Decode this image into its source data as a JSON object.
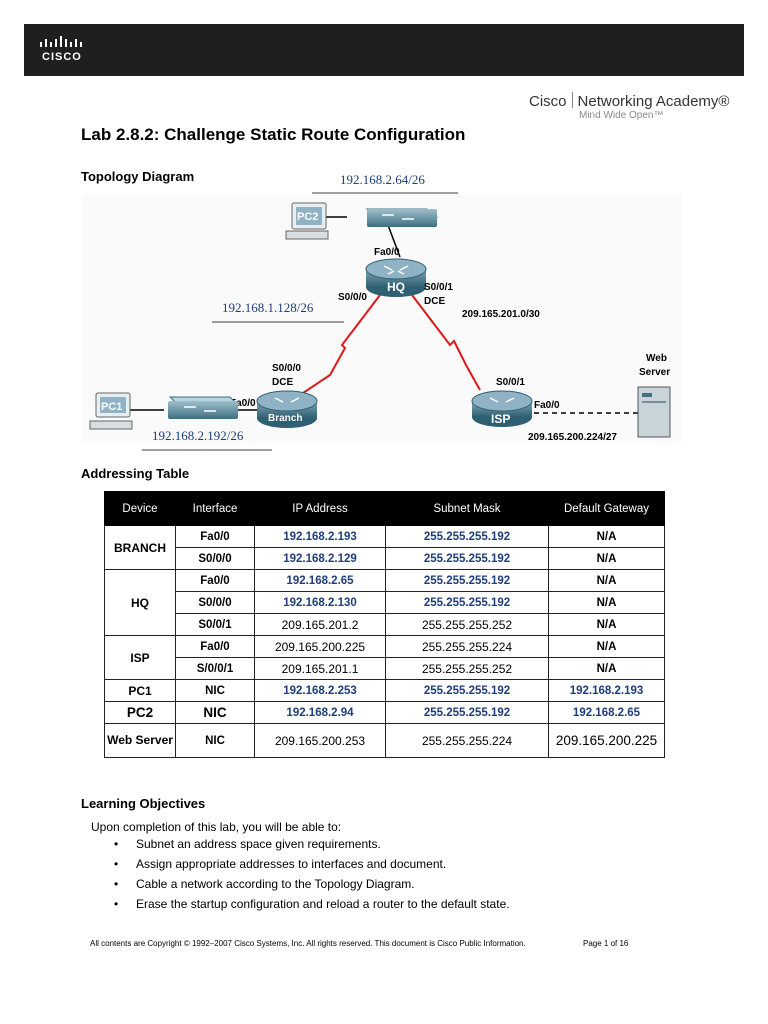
{
  "header": {
    "brand": "CISCO",
    "academy_name": "Cisco",
    "academy_program": "Networking Academy®",
    "academy_tagline": "Mind Wide Open™"
  },
  "title": "Lab 2.8.2: Challenge Static Route Configuration",
  "topology": {
    "heading": "Topology Diagram",
    "networks": {
      "hq_lan": "192.168.2.64/26",
      "branch_wan": "192.168.1.128/26",
      "branch_lan": "192.168.2.192/26",
      "isp_wan": "209.165.201.0/30",
      "isp_lan": "209.165.200.224/27"
    },
    "devices": {
      "pc2": "PC2",
      "pc1": "PC1",
      "hq": "HQ",
      "branch": "Branch",
      "isp": "ISP",
      "web_server_line1": "Web",
      "web_server_line2": "Server"
    },
    "interfaces": {
      "hq_fa": "Fa0/0",
      "hq_s000": "S0/0/0",
      "hq_s001": "S0/0/1",
      "hq_dce": "DCE",
      "branch_s000": "S0/0/0",
      "branch_dce": "DCE",
      "branch_fa": "Fa0/0",
      "isp_s001": "S0/0/1",
      "isp_fa": "Fa0/0"
    }
  },
  "addressing": {
    "heading": "Addressing Table",
    "columns": [
      "Device",
      "Interface",
      "IP Address",
      "Subnet Mask",
      "Default Gateway"
    ],
    "rows": [
      {
        "device": "BRANCH",
        "interface": "Fa0/0",
        "ip": "192.168.2.193",
        "mask": "255.255.255.192",
        "gateway": "N/A"
      },
      {
        "device": "",
        "interface": "S0/0/0",
        "ip": "192.168.2.129",
        "mask": "255.255.255.192",
        "gateway": "N/A"
      },
      {
        "device": "HQ",
        "interface": "Fa0/0",
        "ip": "192.168.2.65",
        "mask": "255.255.255.192",
        "gateway": "N/A"
      },
      {
        "device": "",
        "interface": "S0/0/0",
        "ip": "192.168.2.130",
        "mask": "255.255.255.192",
        "gateway": "N/A"
      },
      {
        "device": "",
        "interface": "S0/0/1",
        "ip": "209.165.201.2",
        "mask": "255.255.255.252",
        "gateway": "N/A"
      },
      {
        "device": "ISP",
        "interface": "Fa0/0",
        "ip": "209.165.200.225",
        "mask": "255.255.255.224",
        "gateway": "N/A"
      },
      {
        "device": "",
        "interface": "S/0/0/1",
        "ip": "209.165.201.1",
        "mask": "255.255.255.252",
        "gateway": "N/A"
      },
      {
        "device": "PC1",
        "interface": "NIC",
        "ip": "192.168.2.253",
        "mask": "255.255.255.192",
        "gateway": "192.168.2.193"
      },
      {
        "device": "PC2",
        "interface": "NIC",
        "ip": "192.168.2.94",
        "mask": "255.255.255.192",
        "gateway": "192.168.2.65"
      },
      {
        "device": "Web Server",
        "interface": "NIC",
        "ip": "209.165.200.253",
        "mask": "255.255.255.224",
        "gateway": "209.165.200.225"
      }
    ]
  },
  "objectives": {
    "heading": "Learning Objectives",
    "intro": "Upon completion of this lab, you will be able to:",
    "items": [
      "Subnet an address space given requirements.",
      "Assign appropriate addresses to interfaces and document.",
      "Cable a network according to the Topology Diagram.",
      "Erase the startup configuration and reload a router to the default state."
    ]
  },
  "footer": {
    "copyright": "All contents are Copyright © 1992–2007 Cisco Systems, Inc. All rights reserved. This document is Cisco Public Information.",
    "page": "Page 1 of 16"
  }
}
